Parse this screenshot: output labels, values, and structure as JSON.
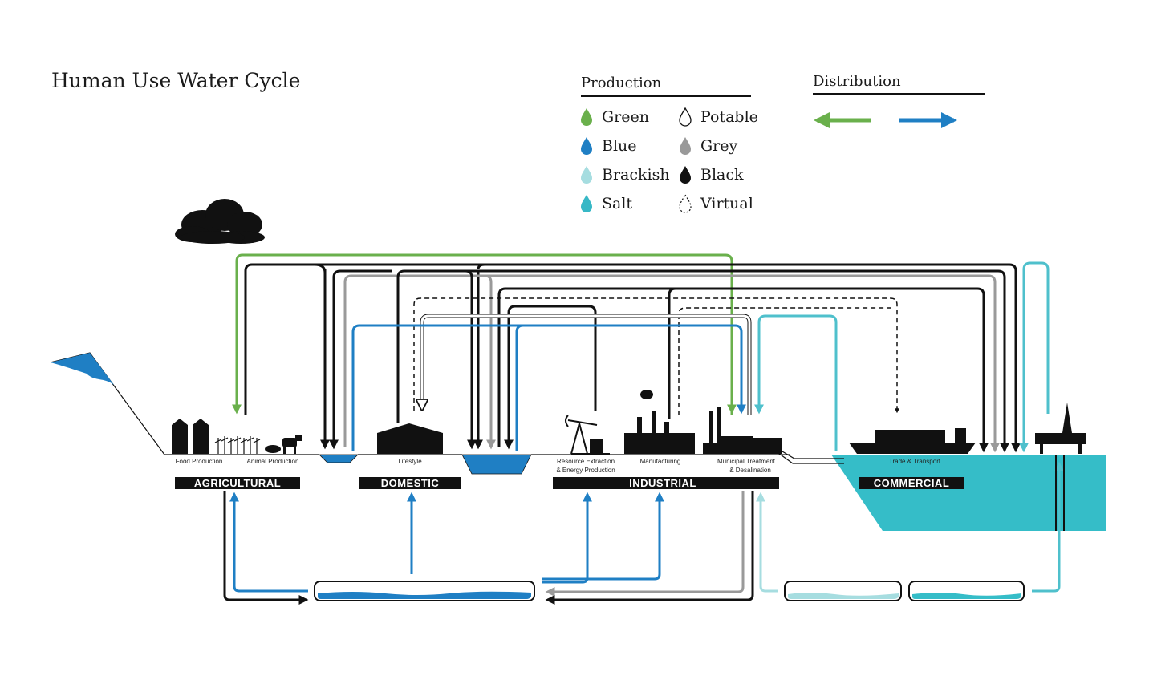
{
  "title": "Human Use Water Cycle",
  "legend": {
    "production_heading": "Production",
    "distribution_heading": "Distribution",
    "production_items": [
      {
        "label": "Green",
        "color": "#6ab04c",
        "style": "solid"
      },
      {
        "label": "Blue",
        "color": "#1f7fc4",
        "style": "solid"
      },
      {
        "label": "Brackish",
        "color": "#a6dde0",
        "style": "solid"
      },
      {
        "label": "Salt",
        "color": "#37b8c6",
        "style": "solid"
      },
      {
        "label": "Potable",
        "color": "#ffffff",
        "style": "outline"
      },
      {
        "label": "Grey",
        "color": "#999999",
        "style": "solid"
      },
      {
        "label": "Black",
        "color": "#111111",
        "style": "solid"
      },
      {
        "label": "Virtual",
        "color": "#ffffff",
        "style": "dashed"
      }
    ],
    "distribution_colors": [
      "#6ab04c",
      "#1f7fc4"
    ]
  },
  "zones": {
    "food_production": "Food Production",
    "animal_production": "Animal Production",
    "lifestyle": "Lifestyle",
    "resource_extraction_1": "Resource Extraction",
    "resource_extraction_2": "& Energy Production",
    "manufacturing": "Manufacturing",
    "municipal_1": "Municipal Treatment",
    "municipal_2": "& Desalination",
    "trade": "Trade & Transport"
  },
  "sectors": {
    "agricultural": "AGRICULTURAL",
    "domestic": "DOMESTIC",
    "industrial": "INDUSTRIAL",
    "commercial": "COMMERCIAL"
  },
  "colors": {
    "green": "#6ab04c",
    "blue": "#1f7fc4",
    "teal": "#4fc0cc",
    "lightteal": "#a6dde0",
    "sea": "#35bdc8",
    "grey": "#9a9a9a",
    "black": "#111111"
  }
}
